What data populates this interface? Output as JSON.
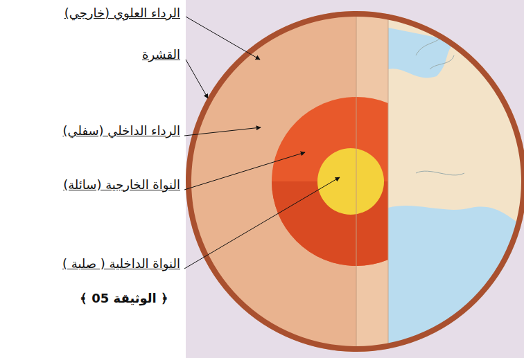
{
  "diagram": {
    "caption": "﴿ الوثيقة 05 ﴾",
    "labels": [
      "الرداء العلوي (خارجي)",
      "القشرة",
      "الرداء الداخلي (سفلي)",
      "النواة الخارجية (سائلة)",
      "النواة الداخلية ( صلبة )"
    ]
  }
}
